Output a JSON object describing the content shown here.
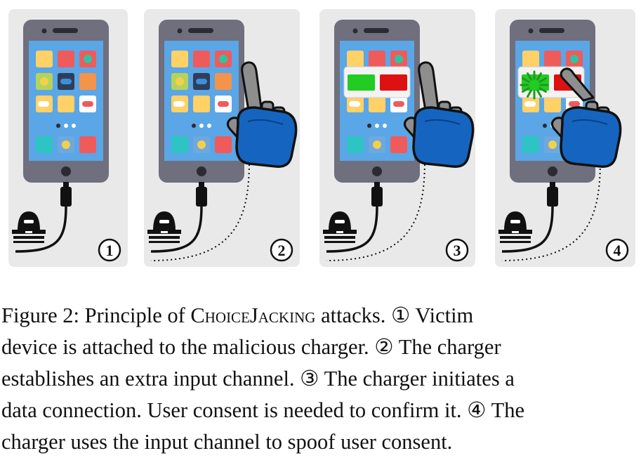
{
  "figure": {
    "panels": [
      {
        "label": "①",
        "state": "charger-connected"
      },
      {
        "label": "②",
        "state": "input-channel-established"
      },
      {
        "label": "③",
        "state": "consent-dialog-shown"
      },
      {
        "label": "④",
        "state": "consent-spoofed"
      }
    ],
    "colors": {
      "panel_bg": "#e9e9e9",
      "phone_body": "#6f6f7d",
      "screen": "#5aa6e6",
      "robot_hand": "#1565c0",
      "robot_finger": "#8e8e8e",
      "accept_button": "#22cc22",
      "deny_button": "#dd1111",
      "tap_burst": "#1e9a1e",
      "cable": "#111111"
    }
  },
  "caption": {
    "figure_label": "Figure 2:",
    "lead": "Principle of",
    "attack_name": "ChoiceJacking",
    "line1_tail": "attacks. ① Victim",
    "line2": "device is attached to the malicious charger. ② The charger",
    "line3": "establishes an extra input channel. ③ The charger initiates a",
    "line4": "data connection. User consent is needed to confirm it. ④ The",
    "line5": "charger uses the input channel to spoof user consent."
  }
}
